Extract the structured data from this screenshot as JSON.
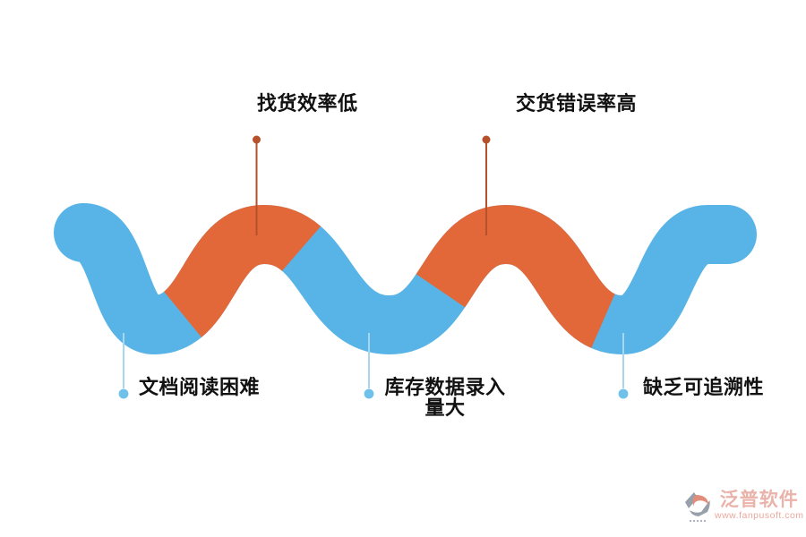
{
  "diagram": {
    "callouts_top": [
      {
        "label": "找货效率低"
      },
      {
        "label": "交货错误率高"
      }
    ],
    "callouts_bottom": [
      {
        "label": "文档阅读困难"
      },
      {
        "label_line1": "库存数据录入",
        "label_line2": "量大"
      },
      {
        "label": "缺乏可追溯性"
      }
    ]
  },
  "colors": {
    "ribbon_blue": "#58b4e6",
    "ribbon_orange": "#e2683a",
    "pointer_top": "#b5512b",
    "pointer_bottom_line": "#a7d6f1",
    "pointer_bottom_dot": "#6fc1eb",
    "label_text": "#111111",
    "logo_salmon": "#e9b3aa",
    "logo_grey": "#98a0ab"
  },
  "logo": {
    "brand": "泛普软件",
    "url": "www.fanpusoft.com"
  }
}
